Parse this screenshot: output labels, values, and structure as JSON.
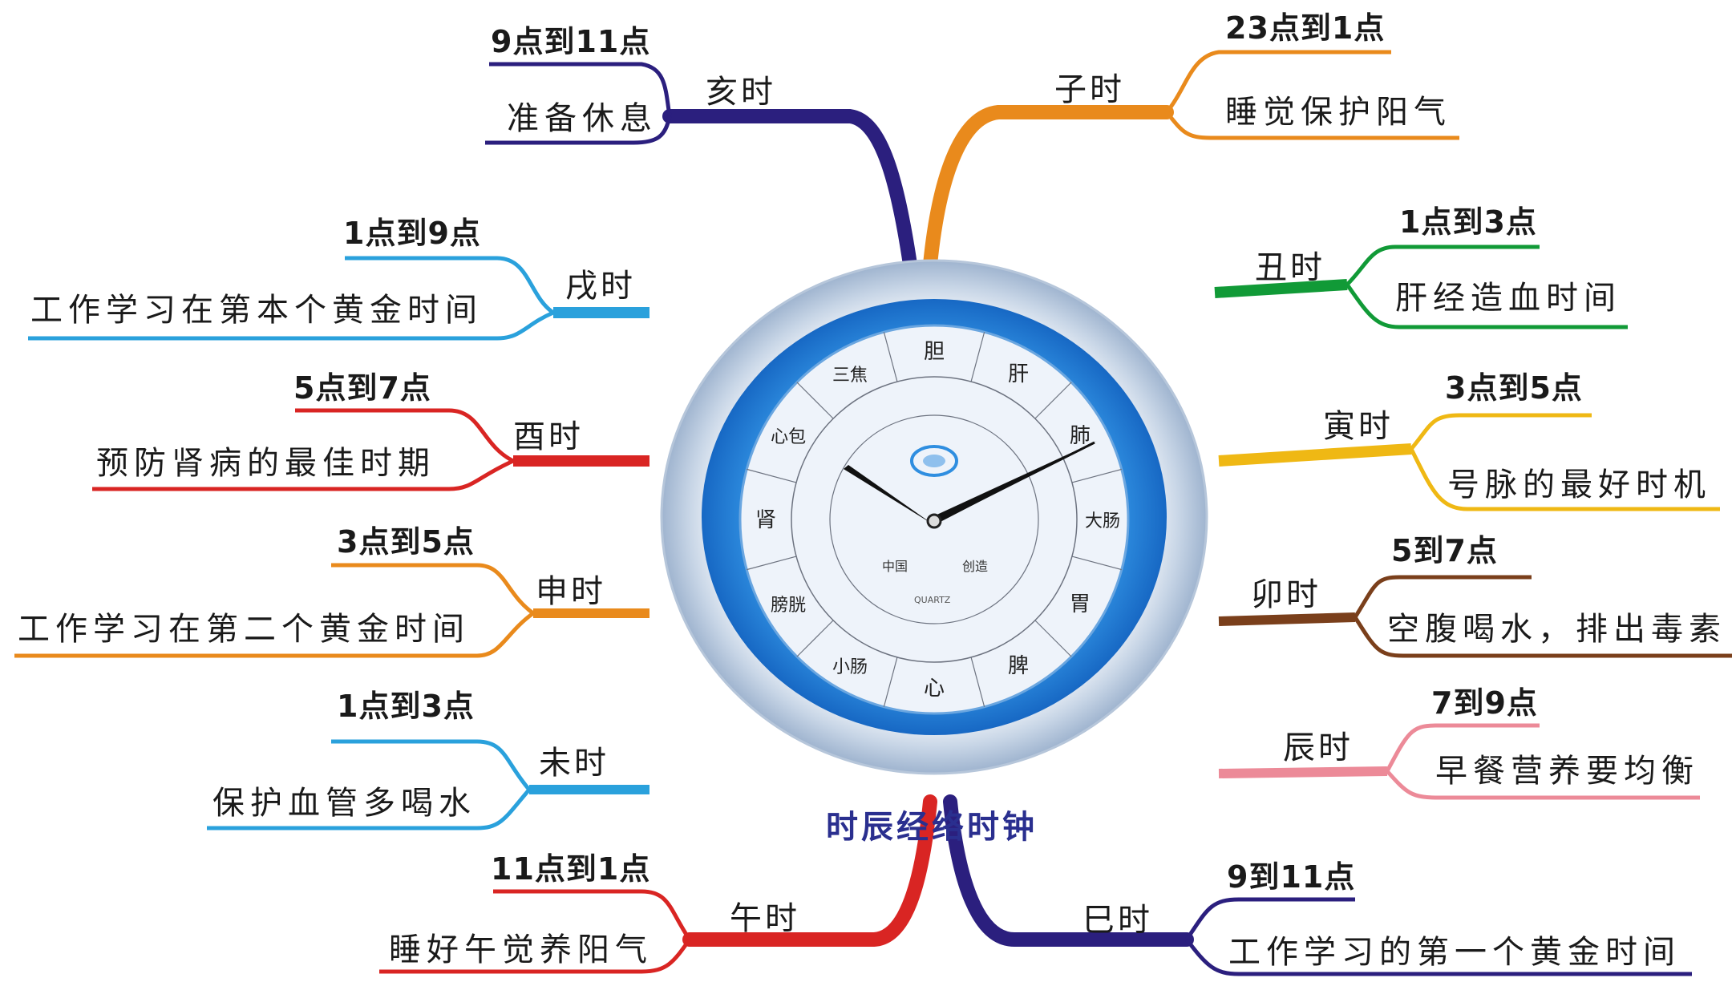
{
  "title": "时辰经络时钟",
  "colors": {
    "zi": "#e98a1c",
    "chou": "#119a37",
    "yin": "#efb814",
    "mao": "#7a3f1b",
    "chen": "#ec8a98",
    "si": "#2b1f7e",
    "wu": "#d92523",
    "wei": "#2aa1dc",
    "shen": "#e98a1c",
    "you": "#d92523",
    "xu": "#2aa1dc",
    "hai": "#2b1f7e"
  },
  "branches": [
    {
      "key": "hai",
      "name": "亥时",
      "time": "9点到11点",
      "desc": "准备休息"
    },
    {
      "key": "zi",
      "name": "子时",
      "time": "23点到1点",
      "desc": "睡觉保护阳气"
    },
    {
      "key": "xu",
      "name": "戌时",
      "time": "1点到9点",
      "desc": "工作学习在第本个黄金时间"
    },
    {
      "key": "chou",
      "name": "丑时",
      "time": "1点到3点",
      "desc": "肝经造血时间"
    },
    {
      "key": "you",
      "name": "酉时",
      "time": "5点到7点",
      "desc": "预防肾病的最佳时期"
    },
    {
      "key": "yin",
      "name": "寅时",
      "time": "3点到5点",
      "desc": "号脉的最好时机"
    },
    {
      "key": "shen",
      "name": "申时",
      "time": "3点到5点",
      "desc": "工作学习在第二个黄金时间"
    },
    {
      "key": "mao",
      "name": "卯时",
      "time": "5到7点",
      "desc": "空腹喝水，排出毒素"
    },
    {
      "key": "wei",
      "name": "未时",
      "time": "1点到3点",
      "desc": "保护血管多喝水"
    },
    {
      "key": "chen",
      "name": "辰时",
      "time": "7到9点",
      "desc": "早餐营养要均衡"
    },
    {
      "key": "wu",
      "name": "午时",
      "time": "11点到1点",
      "desc": "睡好午觉养阳气"
    },
    {
      "key": "si",
      "name": "巳时",
      "time": "9到11点",
      "desc": "工作学习的第一个黄金时间"
    }
  ],
  "clock": {
    "organs": [
      "胆",
      "肝",
      "肺",
      "大肠",
      "胃",
      "脾",
      "心",
      "小肠",
      "膀胱",
      "肾",
      "心包",
      "三焦"
    ],
    "center_left": "中国",
    "center_right": "创造",
    "brand": "QUARTZ"
  }
}
